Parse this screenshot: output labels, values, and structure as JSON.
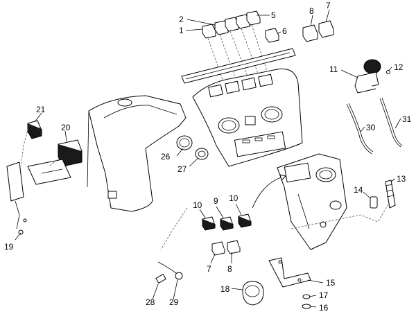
{
  "callouts": [
    {
      "id": "c1",
      "text": "1"
    },
    {
      "id": "c2",
      "text": "2"
    },
    {
      "id": "c5",
      "text": "5"
    },
    {
      "id": "c6",
      "text": "6"
    },
    {
      "id": "c8a",
      "text": "8"
    },
    {
      "id": "c7a",
      "text": "7"
    },
    {
      "id": "c11",
      "text": "11"
    },
    {
      "id": "c12",
      "text": "12"
    },
    {
      "id": "c21",
      "text": "21"
    },
    {
      "id": "c20",
      "text": "20"
    },
    {
      "id": "c26",
      "text": "26"
    },
    {
      "id": "c27",
      "text": "27"
    },
    {
      "id": "c30",
      "text": "30"
    },
    {
      "id": "c31",
      "text": "31"
    },
    {
      "id": "c13",
      "text": "13"
    },
    {
      "id": "c14",
      "text": "14"
    },
    {
      "id": "c10a",
      "text": "10"
    },
    {
      "id": "c9",
      "text": "9"
    },
    {
      "id": "c10b",
      "text": "10"
    },
    {
      "id": "c19",
      "text": "19"
    },
    {
      "id": "c7b",
      "text": "7"
    },
    {
      "id": "c8b",
      "text": "8"
    },
    {
      "id": "c15",
      "text": "15"
    },
    {
      "id": "c17",
      "text": "17"
    },
    {
      "id": "c16",
      "text": "16"
    },
    {
      "id": "c18",
      "text": "18"
    },
    {
      "id": "c28",
      "text": "28"
    },
    {
      "id": "c29",
      "text": "29"
    }
  ]
}
